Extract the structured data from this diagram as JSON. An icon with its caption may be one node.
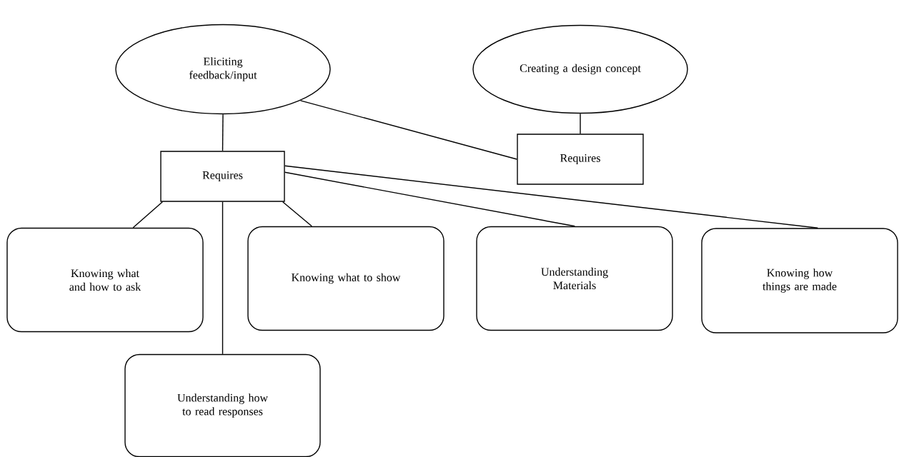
{
  "diagram": {
    "nodes": [
      {
        "text": [
          "Eliciting feedback/input"
        ]
      },
      {
        "text": [
          "Creating a design concept"
        ]
      },
      {
        "text": [
          "Requires"
        ]
      },
      {
        "text": [
          "Requires"
        ]
      },
      {
        "text": [
          "Knowing what and how to ask"
        ]
      },
      {
        "text": [
          "Knowing what to show"
        ]
      },
      {
        "text": [
          "Understanding Materials"
        ]
      },
      {
        "text": [
          "Knowing how things are made"
        ]
      },
      {
        "text": [
          "Understanding how to read responses"
        ]
      }
    ],
    "edges": [
      {
        "from": 0,
        "to": 2,
        "arrow": "none"
      },
      {
        "from": 0,
        "to": 3,
        "arrow": "none"
      },
      {
        "from": 1,
        "to": 3,
        "arrow": "none"
      },
      {
        "from": 2,
        "to": 4,
        "arrow": "none"
      },
      {
        "from": 2,
        "to": 8,
        "arrow": "none"
      },
      {
        "from": 2,
        "to": 5,
        "arrow": "none"
      },
      {
        "from": 2,
        "to": 6,
        "arrow": "none"
      },
      {
        "from": 2,
        "to": 7,
        "arrow": "none"
      }
    ]
  }
}
